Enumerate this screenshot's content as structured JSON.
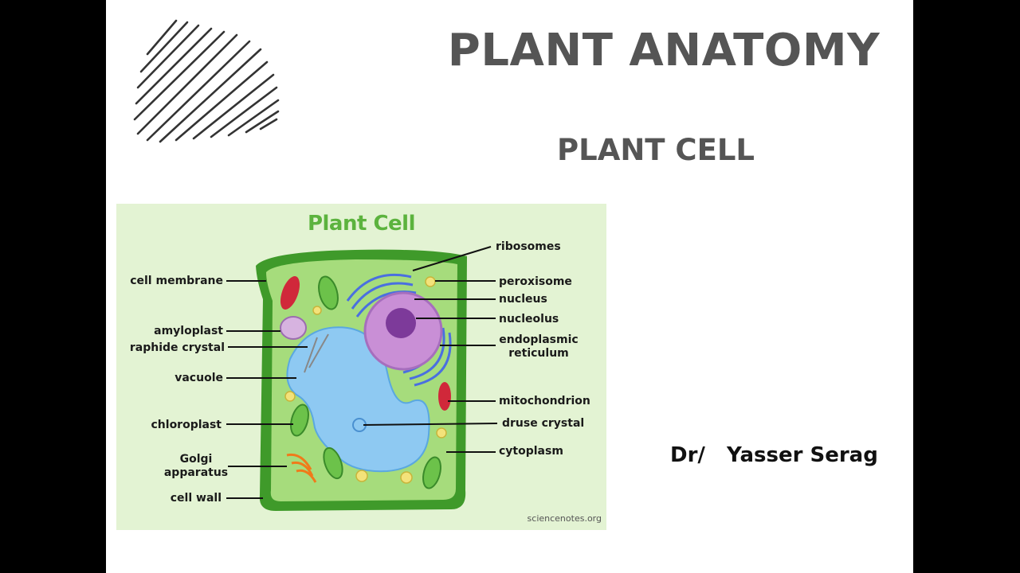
{
  "slide": {
    "title": "PLANT ANATOMY",
    "subtitle": "PLANT CELL",
    "author": "Dr/   Yasser Serag"
  },
  "figure": {
    "title": "Plant Cell",
    "credit": "sciencenotes.org",
    "labels_left": {
      "cell_membrane": "cell membrane",
      "amyloplast": "amyloplast",
      "raphide_crystal": "raphide crystal",
      "vacuole": "vacuole",
      "chloroplast": "chloroplast",
      "golgi_1": "Golgi",
      "golgi_2": "apparatus",
      "cell_wall": "cell wall"
    },
    "labels_right": {
      "ribosomes": "ribosomes",
      "peroxisome": "peroxisome",
      "nucleus": "nucleus",
      "nucleolus": "nucleolus",
      "er_1": "endoplasmic",
      "er_2": "reticulum",
      "mitochondrion": "mitochondrion",
      "druse_crystal": "druse crystal",
      "cytoplasm": "cytoplasm"
    },
    "colors": {
      "cell_wall": "#3f9a2a",
      "cytoplasm": "#a6dc7c",
      "vacuole": "#8ec9f2",
      "nucleus": "#c98fd6",
      "nucleolus": "#7d3a9a",
      "mitochondrion": "#d0283a",
      "chloroplast": "#6cc24a",
      "er": "#4a6fe0",
      "golgi": "#f07a1a",
      "peroxisome": "#f3e27a"
    }
  }
}
